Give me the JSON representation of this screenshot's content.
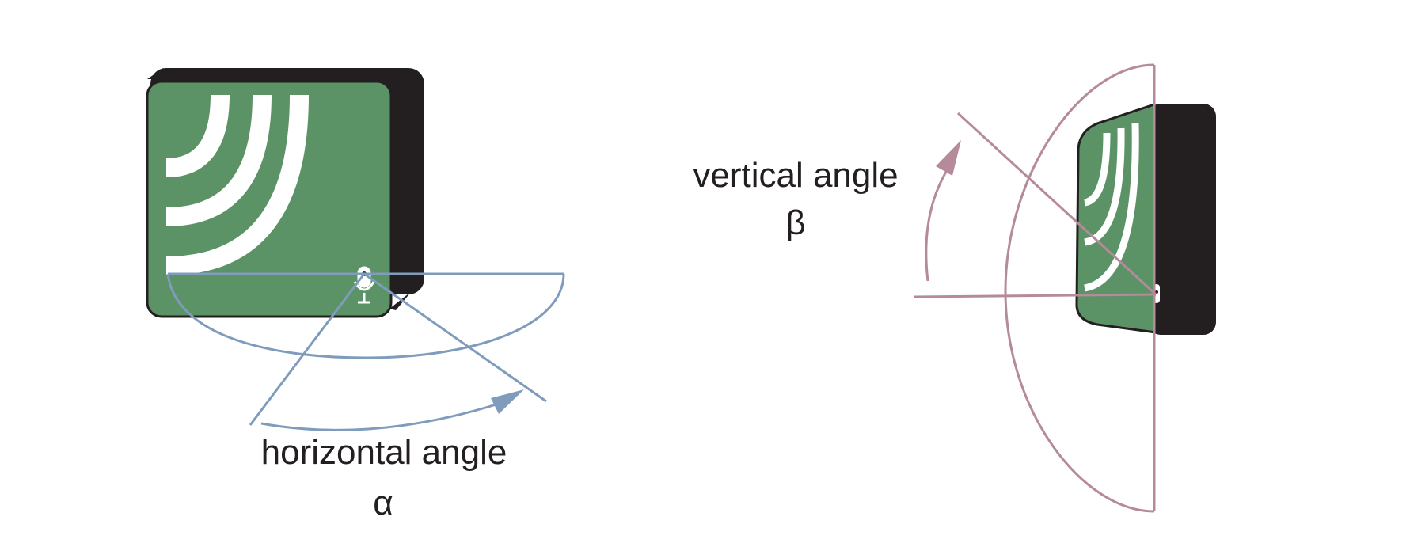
{
  "labels": {
    "horizontal_title": "horizontal angle",
    "horizontal_symbol": "α",
    "vertical_title": "vertical angle",
    "vertical_symbol": "β"
  },
  "colors": {
    "device_face": "#5b9366",
    "device_body": "#231f20",
    "horizontal_lines": "#7f9cbd",
    "vertical_lines": "#b58a9b",
    "text": "#231f20",
    "signal_arcs": "#ffffff"
  },
  "icons": {
    "signal": "signal-waves-icon",
    "microphone": "microphone-icon"
  }
}
